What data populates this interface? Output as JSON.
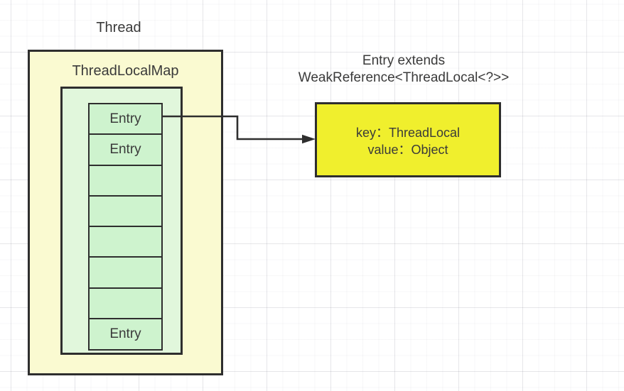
{
  "labels": {
    "thread": "Thread"
  },
  "thread_map": {
    "title": "ThreadLocalMap",
    "entries": [
      "Entry",
      "Entry",
      "",
      "",
      "",
      "",
      "",
      "Entry"
    ]
  },
  "entry_note": {
    "line1": "Entry extends",
    "line2": "WeakReference<ThreadLocal<?>>"
  },
  "entry_box": {
    "line1": "key：ThreadLocal",
    "line2": "value：Object"
  },
  "colors": {
    "outer_fill": "#fafad1",
    "inner_fill": "#e1f7dc",
    "cell_fill": "#cef3ce",
    "detail_fill": "#f0ef2d",
    "border": "#2e2e2e",
    "text": "#3a3a3a"
  }
}
